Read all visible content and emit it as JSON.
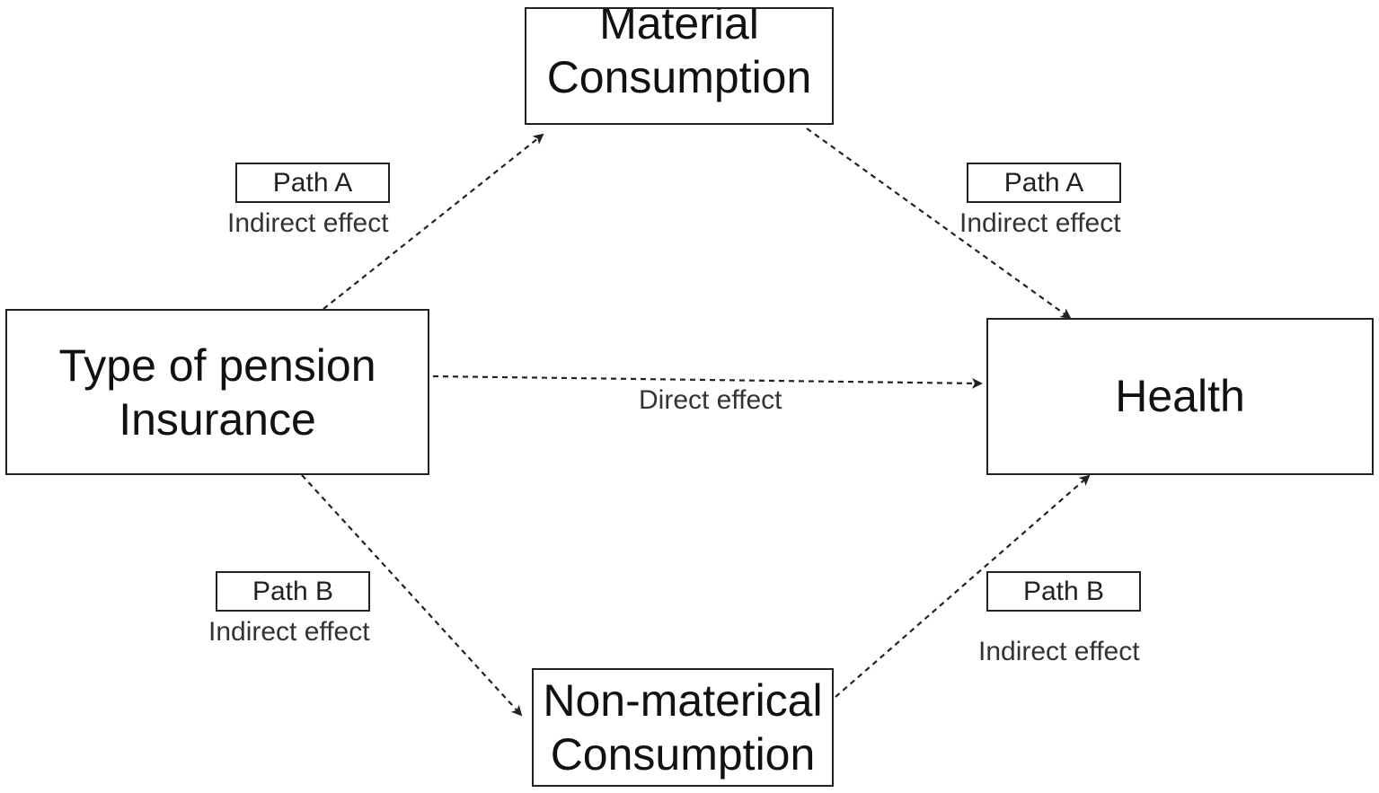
{
  "nodes": {
    "material": "Material\nConsumption",
    "pension": "Type of pension\nInsurance",
    "health": "Health",
    "nonmaterial": "Non-materical\nConsumption"
  },
  "labels": {
    "top_left": {
      "path": "Path A",
      "effect": "Indirect effect"
    },
    "top_right": {
      "path": "Path A",
      "effect": "Indirect effect"
    },
    "bottom_left": {
      "path": "Path B",
      "effect": "Indirect effect"
    },
    "bottom_right": {
      "path": "Path B",
      "effect": "Indirect effect"
    },
    "direct": "Direct effect"
  },
  "edges": [
    {
      "from": "pension",
      "to": "material",
      "style": "dashed"
    },
    {
      "from": "material",
      "to": "health",
      "style": "dashed"
    },
    {
      "from": "pension",
      "to": "health",
      "style": "dashed"
    },
    {
      "from": "pension",
      "to": "nonmaterial",
      "style": "dashed"
    },
    {
      "from": "nonmaterial",
      "to": "health",
      "style": "dashed"
    }
  ],
  "colors": {
    "line": "#222222",
    "background": "#ffffff"
  }
}
